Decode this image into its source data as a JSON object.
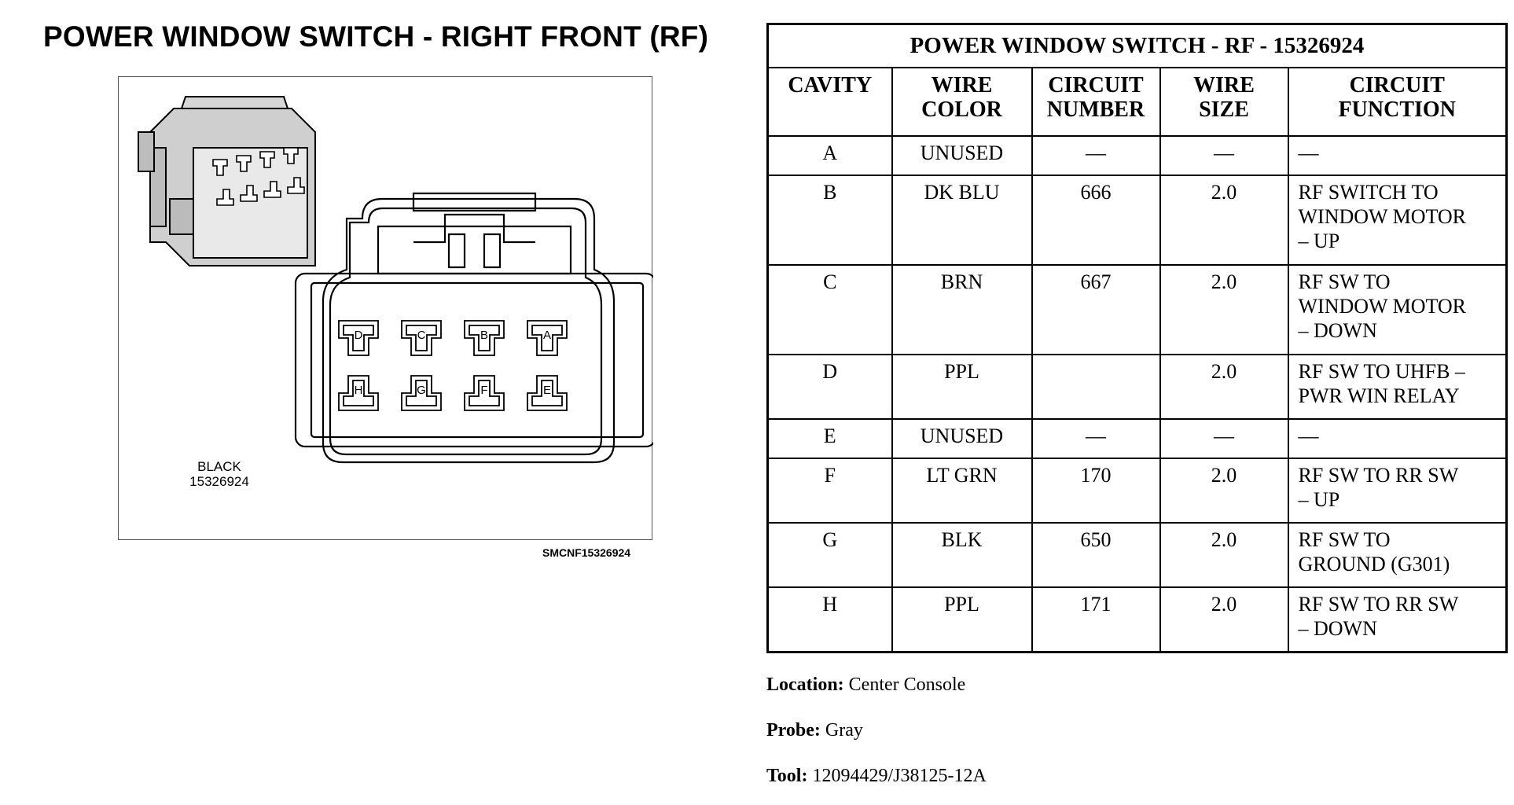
{
  "page_title": "POWER WINDOW SWITCH - RIGHT FRONT (RF)",
  "connector": {
    "color_label": "BLACK",
    "part_number": "15326924",
    "diagram_code": "SMCNF15326924",
    "top_row_letters": [
      "D",
      "C",
      "B",
      "A"
    ],
    "bottom_row_letters": [
      "H",
      "G",
      "F",
      "E"
    ]
  },
  "table": {
    "title": "POWER WINDOW SWITCH - RF - 15326924",
    "headers": {
      "cavity": [
        "CAVITY"
      ],
      "wire_color": [
        "WIRE",
        "COLOR"
      ],
      "circuit_number": [
        "CIRCUIT",
        "NUMBER"
      ],
      "wire_size": [
        "WIRE",
        "SIZE"
      ],
      "circuit_function": [
        "CIRCUIT",
        "FUNCTION"
      ]
    },
    "rows": [
      {
        "cavity": "A",
        "wire_color": "UNUSED",
        "circuit_number": "—",
        "wire_size": "—",
        "function": [
          "—"
        ]
      },
      {
        "cavity": "B",
        "wire_color": "DK BLU",
        "circuit_number": "666",
        "wire_size": "2.0",
        "function": [
          "RF SWITCH TO",
          "WINDOW MOTOR",
          "– UP"
        ]
      },
      {
        "cavity": "C",
        "wire_color": "BRN",
        "circuit_number": "667",
        "wire_size": "2.0",
        "function": [
          "RF SW TO",
          "WINDOW MOTOR",
          "– DOWN"
        ]
      },
      {
        "cavity": "D",
        "wire_color": "PPL",
        "circuit_number": "",
        "wire_size": "2.0",
        "function": [
          "RF SW TO UHFB –",
          "PWR WIN RELAY"
        ]
      },
      {
        "cavity": "E",
        "wire_color": "UNUSED",
        "circuit_number": "—",
        "wire_size": "—",
        "function": [
          "—"
        ]
      },
      {
        "cavity": "F",
        "wire_color": "LT GRN",
        "circuit_number": "170",
        "wire_size": "2.0",
        "function": [
          "RF SW TO RR SW",
          "– UP"
        ]
      },
      {
        "cavity": "G",
        "wire_color": "BLK",
        "circuit_number": "650",
        "wire_size": "2.0",
        "function": [
          "RF SW TO",
          "GROUND (G301)"
        ]
      },
      {
        "cavity": "H",
        "wire_color": "PPL",
        "circuit_number": "171",
        "wire_size": "2.0",
        "function": [
          "RF SW TO RR SW",
          "– DOWN"
        ]
      }
    ]
  },
  "notes": {
    "location_label": "Location:",
    "location_value": "Center Console",
    "probe_label": "Probe:",
    "probe_value": "Gray",
    "tool_label": "Tool:",
    "tool_value": "12094429/J38125-12A"
  }
}
